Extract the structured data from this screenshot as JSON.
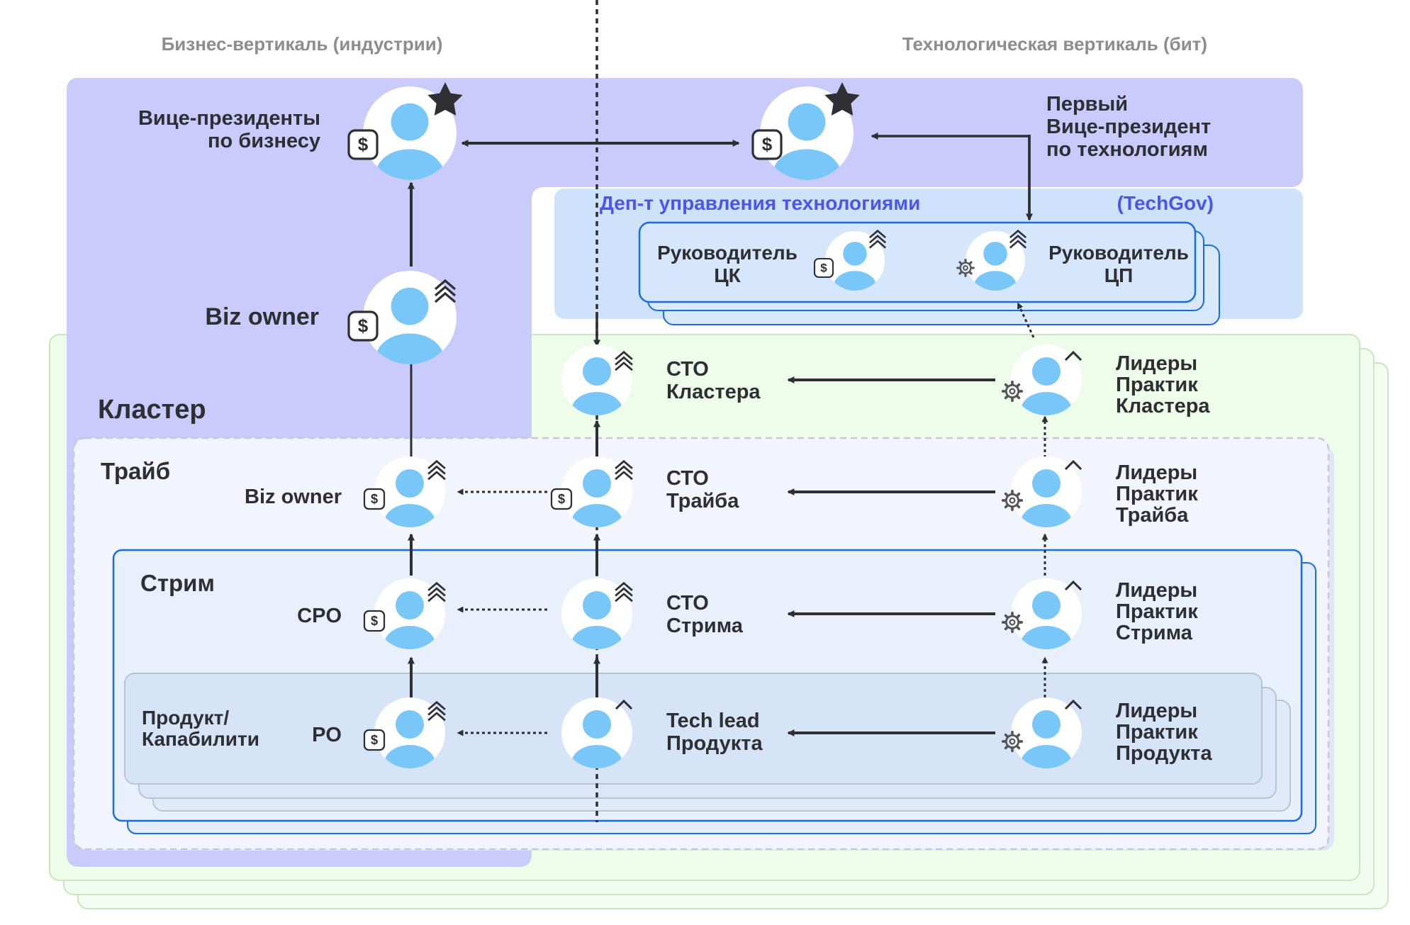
{
  "header": {
    "business_vertical": "Бизнес-вертикаль (индустрии)",
    "tech_vertical": "Технологическая вертикаль (бит)"
  },
  "top": {
    "vp_business": [
      "Вице-президенты",
      "по бизнесу"
    ],
    "vp_tech": [
      "Первый",
      "Вице-президент",
      "по технологиям"
    ]
  },
  "techgov": {
    "dept_title": "Деп-т управления технологиями",
    "dept_tag": "(TechGov)",
    "head_ck": [
      "Руководитель",
      "ЦК"
    ],
    "head_cp": [
      "Руководитель",
      "ЦП"
    ]
  },
  "cluster": {
    "label": "Кластер",
    "biz_owner": "Biz owner",
    "cto": [
      "СТО",
      "Кластера"
    ],
    "leaders": [
      "Лидеры",
      "Практик",
      "Кластера"
    ]
  },
  "tribe": {
    "label": "Трайб",
    "biz_owner": "Biz owner",
    "cto": [
      "СТО",
      "Трайба"
    ],
    "leaders": [
      "Лидеры",
      "Практик",
      "Трайба"
    ]
  },
  "stream": {
    "label": "Стрим",
    "cpo": "CPO",
    "cto": [
      "СТО",
      "Стрима"
    ],
    "leaders": [
      "Лидеры",
      "Практик",
      "Стрима"
    ]
  },
  "product": {
    "label": [
      "Продукт/",
      "Капабилити"
    ],
    "po": "PO",
    "tech_lead": [
      "Tech lead",
      "Продукта"
    ],
    "leaders": [
      "Лидеры",
      "Практик",
      "Продукта"
    ]
  },
  "colors": {
    "business_bg": "#c8cbfc",
    "tech_top_bg": "#c8cbfc",
    "techgov_bg": "#cfe2fc",
    "cluster_bg": "#eefcea",
    "tribe_bg": "#f2f5fe",
    "stream_bg": "#e8f0fc",
    "product_bg": "#d6e4f8",
    "avatar_blue": "#79c6f8",
    "accent_blue": "#4a55ee",
    "frame_blue": "#1a6de0",
    "line_dark": "#2e2e33"
  },
  "icons": {
    "avatar": "person-avatar-icon",
    "star": "star-icon",
    "dollar": "dollar-badge-icon",
    "gear": "gear-icon",
    "rank_triple": "triple-chevron-icon",
    "rank_single": "single-chevron-icon"
  }
}
